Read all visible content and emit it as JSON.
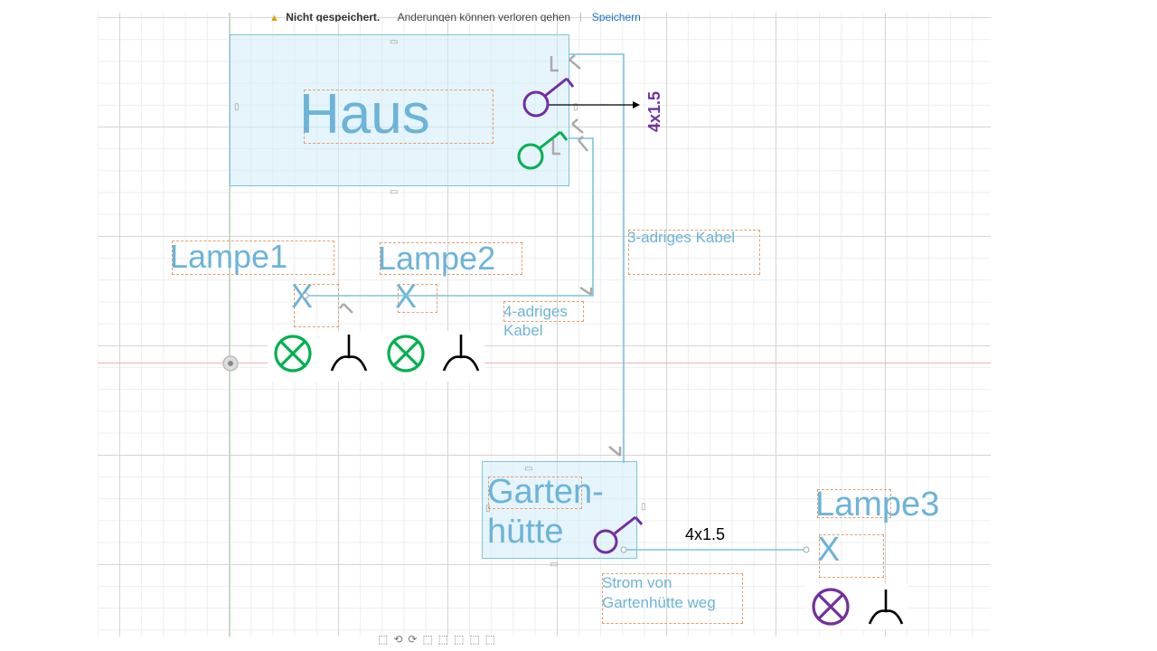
{
  "topbar": {
    "status": "Nicht gespeichert.",
    "message": "Änderungen können verloren gehen",
    "save_label": "Speichern"
  },
  "nodes": {
    "haus": "Haus",
    "lampe1": "Lampe1",
    "lampe2": "Lampe2",
    "lampe3": "Lampe3",
    "x": "X",
    "gartenhuette_line1": "Garten-",
    "gartenhuette_line2": "hütte"
  },
  "labels": {
    "dreiadrig": "3-adriges Kabel",
    "vieradrig_line1": "4-adriges",
    "vieradrig_line2": "Kabel",
    "strom_line1": "Strom von",
    "strom_line2": "Gartenhütte weg",
    "cable_vertical": "4x1.5",
    "cable_horizontal": "4x1.5"
  },
  "icons": {
    "switch": "switch-symbol-icon",
    "lamp": "lamp-symbol-icon",
    "socket": "socket-symbol-icon"
  },
  "colors": {
    "diagram_blue": "#6cb4d8",
    "box_border": "#7cc4de",
    "dash_orange": "#e0a070",
    "purple": "#7030a0",
    "green": "#00b050"
  }
}
